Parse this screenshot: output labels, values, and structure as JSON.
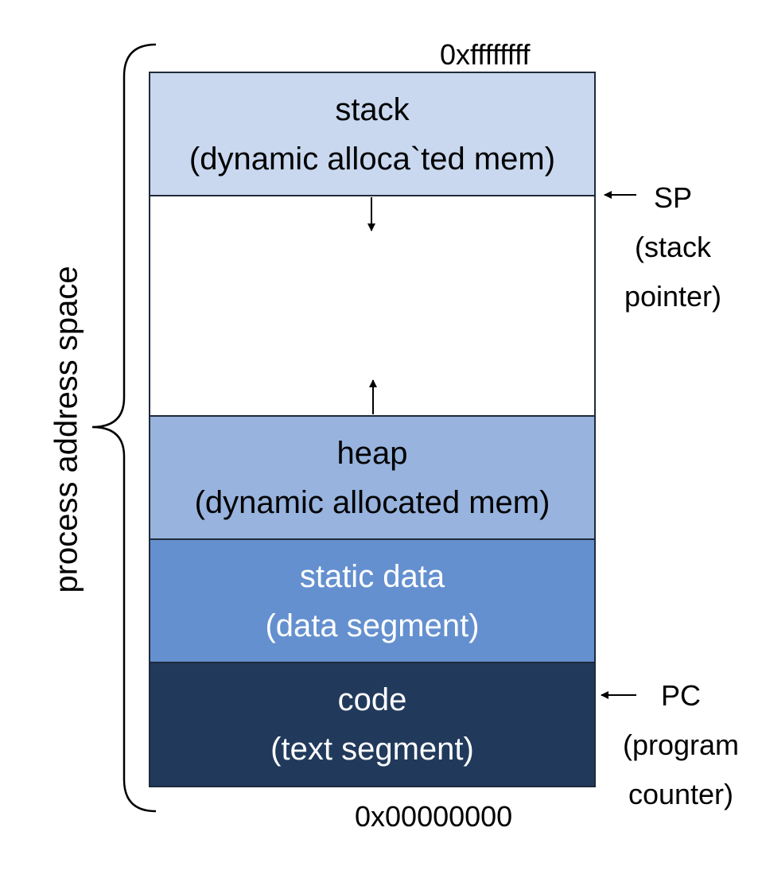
{
  "address_top": "0xffffffff",
  "address_bottom": "0x00000000",
  "brace_label": "process address space",
  "segments": {
    "stack": {
      "line1": "stack",
      "line2": "(dynamic alloca`ted mem)"
    },
    "heap": {
      "line1": "heap",
      "line2": "(dynamic allocated mem)"
    },
    "data": {
      "line1": "static data",
      "line2": "(data segment)"
    },
    "code": {
      "line1": "code",
      "line2": "(text segment)"
    }
  },
  "pointers": {
    "sp": {
      "line1": "SP",
      "line2": "(stack",
      "line3": "pointer)"
    },
    "pc": {
      "line1": "PC",
      "line2": "(program",
      "line3": "counter)"
    }
  },
  "colors": {
    "stack": "#c9d8ef",
    "heap": "#97b3de",
    "data": "#6490cf",
    "code": "#213a5c"
  }
}
